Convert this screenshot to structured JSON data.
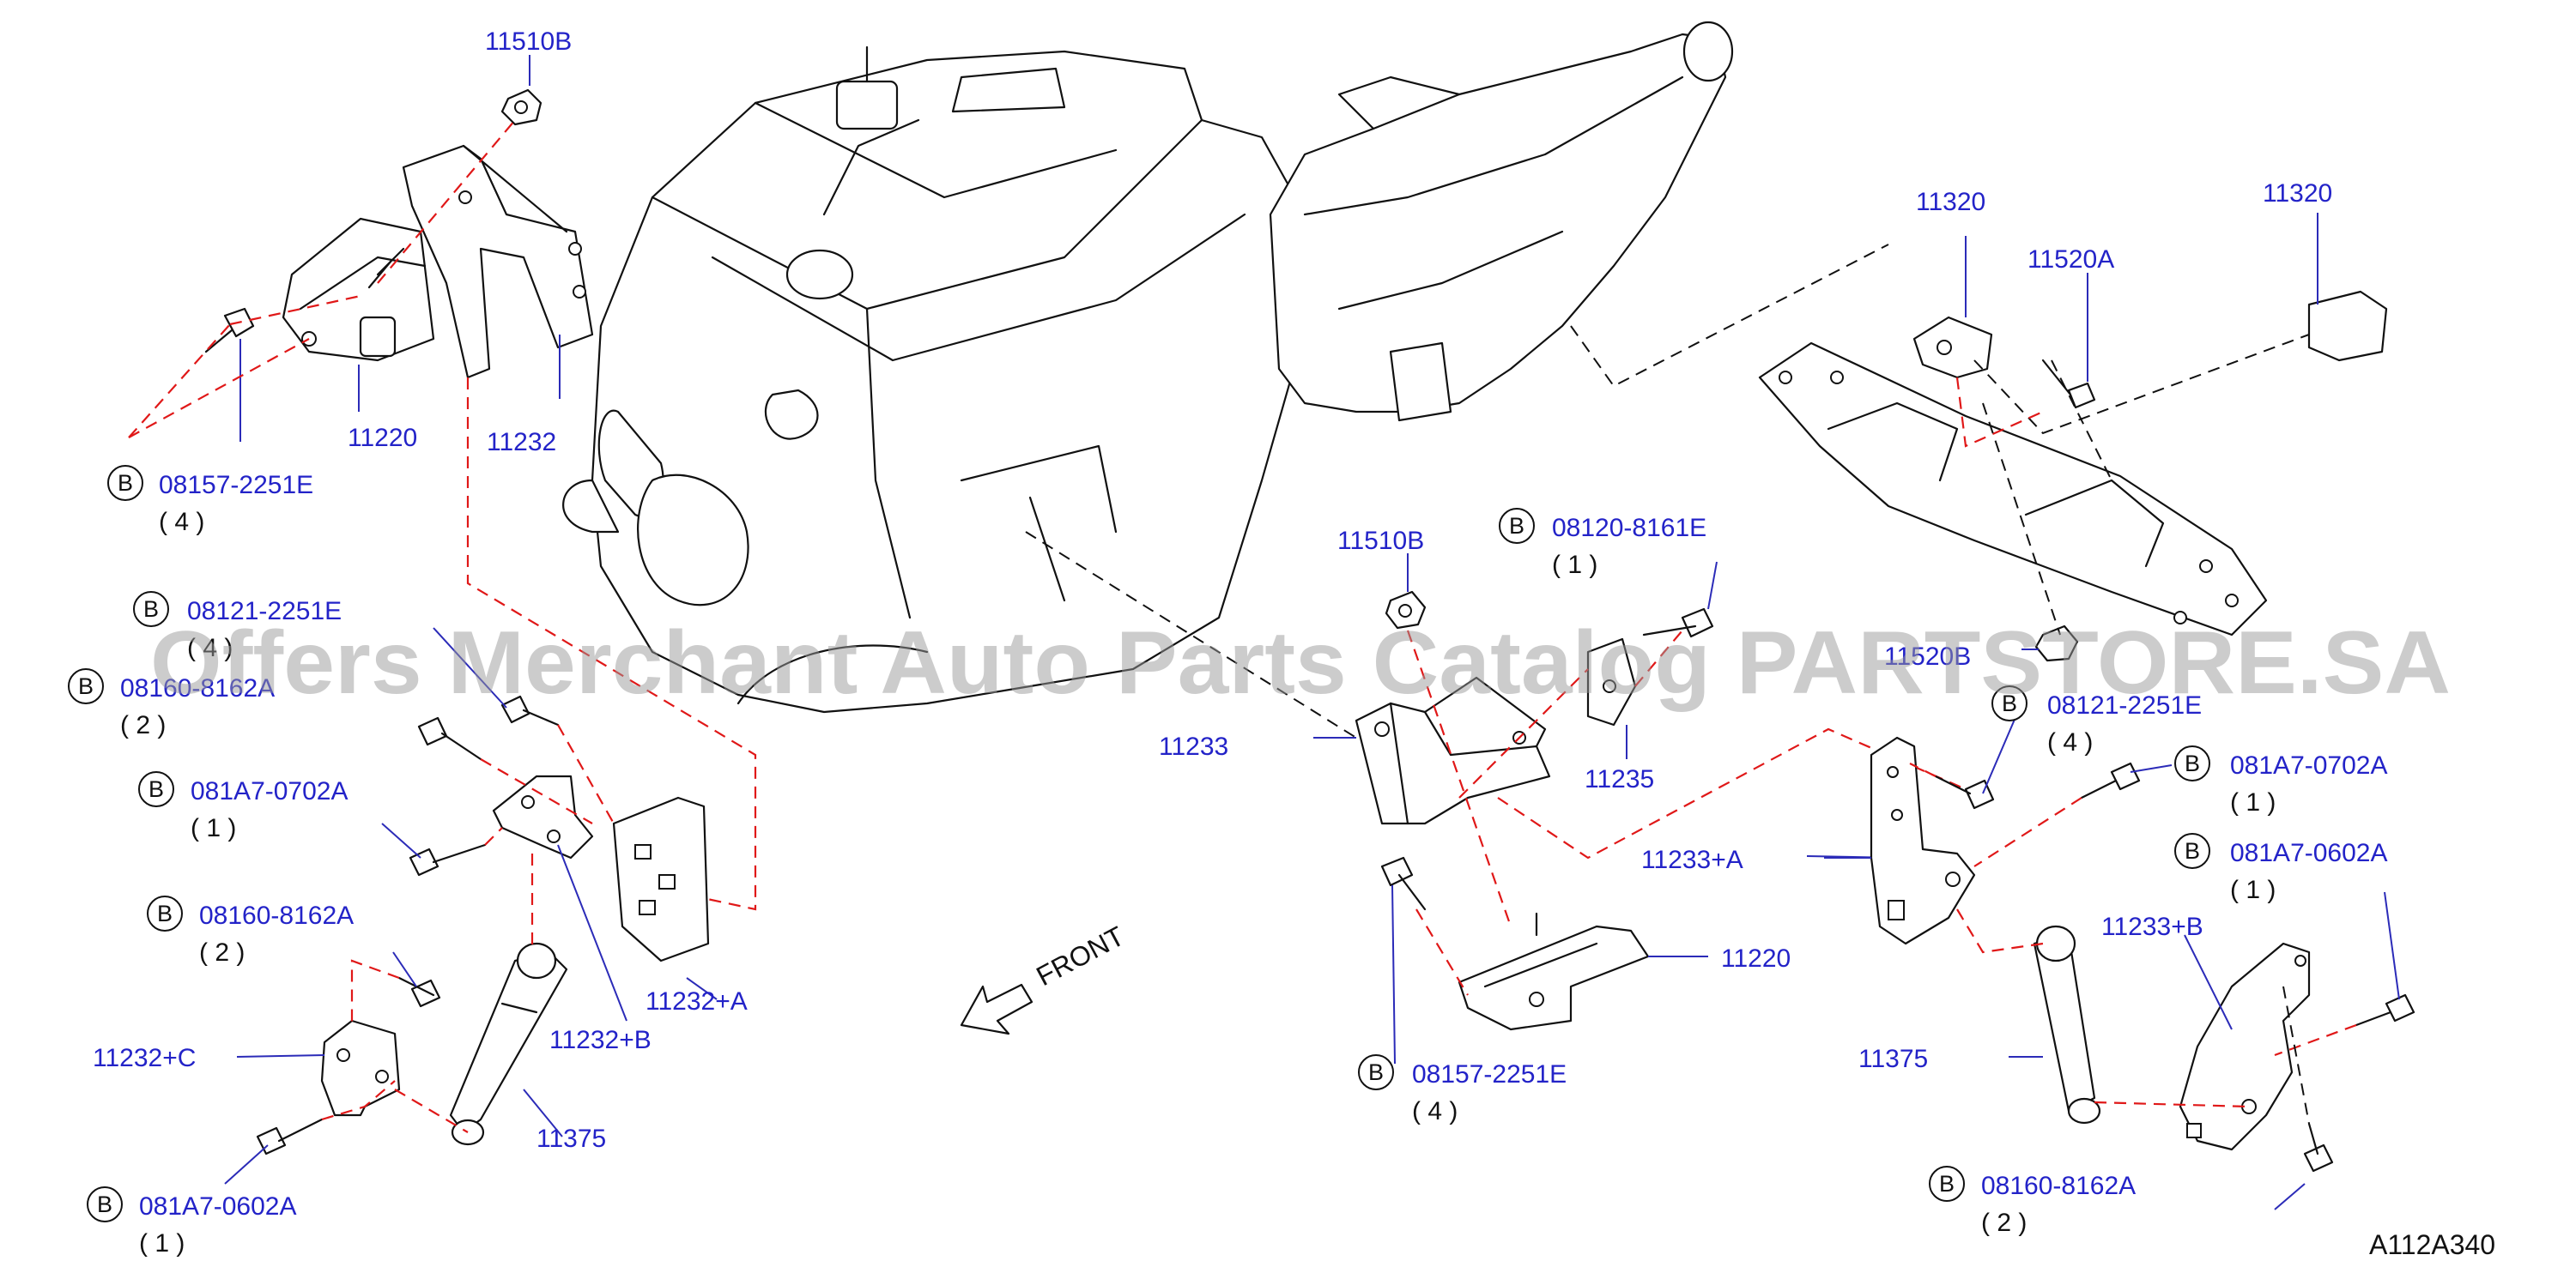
{
  "diagram_code": "A112A340",
  "watermark": "Offers Merchant Auto Parts Catalog PARTSTORE.SA",
  "front_label": "FRONT",
  "bolt_prefix": "B",
  "labels": [
    {
      "id": "l1",
      "text": "11510B"
    },
    {
      "id": "l2",
      "text": "11220"
    },
    {
      "id": "l3",
      "text": "11232"
    },
    {
      "id": "l4",
      "text": "08157-2251E"
    },
    {
      "id": "l5",
      "text": "( 4 )"
    },
    {
      "id": "l6",
      "text": "08121-2251E"
    },
    {
      "id": "l7",
      "text": "( 4 )"
    },
    {
      "id": "l8",
      "text": "08160-8162A"
    },
    {
      "id": "l9",
      "text": "( 2 )"
    },
    {
      "id": "l10",
      "text": "081A7-0702A"
    },
    {
      "id": "l11",
      "text": "( 1 )"
    },
    {
      "id": "l12",
      "text": "08160-8162A"
    },
    {
      "id": "l13",
      "text": "( 2 )"
    },
    {
      "id": "l14",
      "text": "11232+A"
    },
    {
      "id": "l15",
      "text": "11232+B"
    },
    {
      "id": "l16",
      "text": "11232+C"
    },
    {
      "id": "l17",
      "text": "11375"
    },
    {
      "id": "l18",
      "text": "081A7-0602A"
    },
    {
      "id": "l19",
      "text": "( 1 )"
    },
    {
      "id": "l20",
      "text": "11510B"
    },
    {
      "id": "l21",
      "text": "08120-8161E"
    },
    {
      "id": "l22",
      "text": "( 1 )"
    },
    {
      "id": "l23",
      "text": "11233"
    },
    {
      "id": "l24",
      "text": "11235"
    },
    {
      "id": "l25",
      "text": "11233+A"
    },
    {
      "id": "l26",
      "text": "11220"
    },
    {
      "id": "l27",
      "text": "08157-2251E"
    },
    {
      "id": "l28",
      "text": "( 4 )"
    },
    {
      "id": "l29",
      "text": "11320"
    },
    {
      "id": "l30",
      "text": "11520A"
    },
    {
      "id": "l31",
      "text": "11320"
    },
    {
      "id": "l32",
      "text": "11520B"
    },
    {
      "id": "l33",
      "text": "08121-2251E"
    },
    {
      "id": "l34",
      "text": "( 4 )"
    },
    {
      "id": "l35",
      "text": "081A7-0702A"
    },
    {
      "id": "l36",
      "text": "( 1 )"
    },
    {
      "id": "l37",
      "text": "081A7-0602A"
    },
    {
      "id": "l38",
      "text": "( 1 )"
    },
    {
      "id": "l39",
      "text": "11233+B"
    },
    {
      "id": "l40",
      "text": "11375"
    },
    {
      "id": "l41",
      "text": "08160-8162A"
    },
    {
      "id": "l42",
      "text": "( 2 )"
    }
  ]
}
